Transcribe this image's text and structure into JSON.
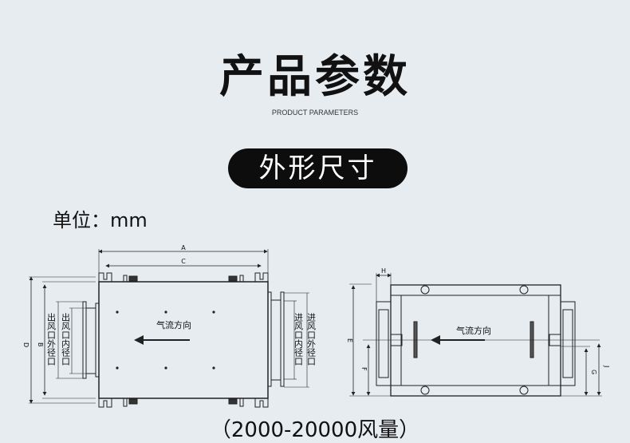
{
  "header": {
    "title": "产品参数",
    "subtitle": "PRODUCT PARAMETERS"
  },
  "section": {
    "label": "外形尺寸"
  },
  "unit": "单位：mm",
  "front_view": {
    "dims": {
      "A": "A",
      "C": "C",
      "D": "D",
      "B": "B"
    },
    "airflow": "气流方向",
    "outlet_outer": "出风口外径口",
    "outlet_inner": "出风口内径口",
    "inlet_inner": "进风口内径口",
    "inlet_outer": "进风口外径口"
  },
  "side_view": {
    "dims": {
      "H": "H",
      "E": "E",
      "F": "F",
      "G": "G",
      "J": "J"
    },
    "airflow": "气流方向"
  },
  "caption": "（2000-20000风量）"
}
